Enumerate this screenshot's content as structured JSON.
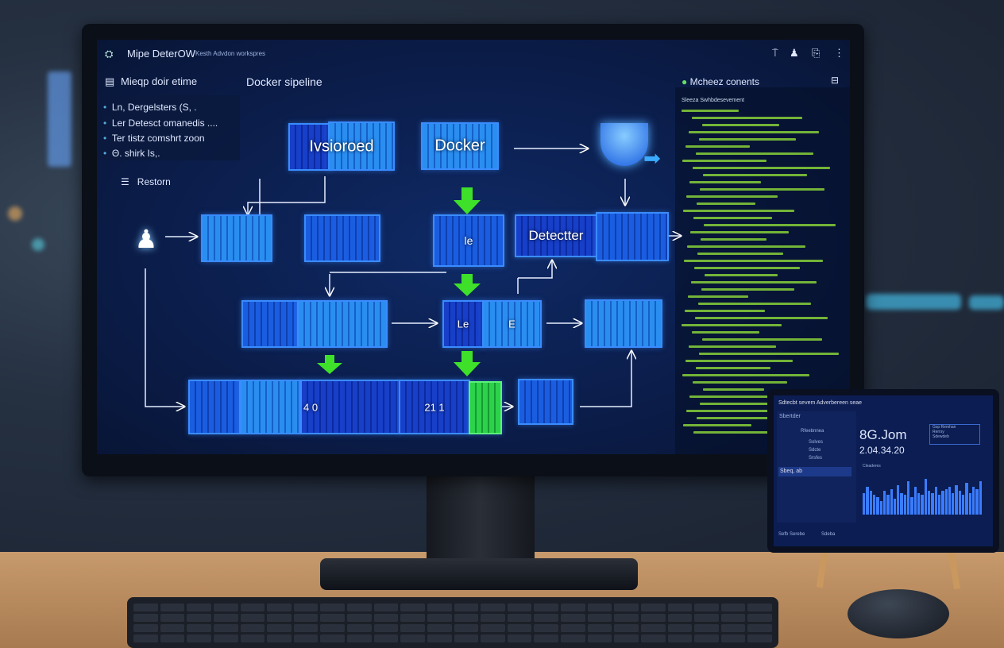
{
  "app": {
    "title": "Mipe DeterOW",
    "subtitle": "Kesth Advdon workspres",
    "toolbar_icons": [
      "pin-icon",
      "user-icon",
      "share-icon",
      "more-icon"
    ]
  },
  "left_panel": {
    "title": "Mieqp doir etime",
    "items": [
      {
        "label": "Ln, Dergelsters (S, ."
      },
      {
        "label": "Ler Detesct omanedis ...."
      },
      {
        "label": "Ter tistz comshrt zoon"
      },
      {
        "label": "Θ. shirk Is,."
      }
    ],
    "restore_label": "Restorn"
  },
  "pipeline": {
    "title": "Docker sipeline",
    "nodes": {
      "top_left": "Ivsioroed",
      "docker": "Docker",
      "mid": "le",
      "detector": "Detectter",
      "row3": "Le",
      "row3b": "E",
      "bottom_a": "4 0",
      "bottom_b": "21 1"
    }
  },
  "right_panel": {
    "title": "Mcheez conents",
    "header": "Sleeza Swhbdesevement"
  },
  "tablet": {
    "title": "Sdtecbt sevem Adverbereen seae",
    "sidebar_head": "Sbertder",
    "sidebar_items": [
      "Rfeebnnea",
      "Solves",
      "Sdcte",
      "Srsfes"
    ],
    "selected": "Sbeq, ab",
    "primary": "8G.Jom",
    "secondary": "2.04.34.20",
    "legend": [
      "Gsp Remhan",
      "Rerrsy",
      "Sdewdeb"
    ],
    "chart_label": "Cleaderes",
    "footer": [
      "Sefb Serebe",
      "Sdeba"
    ],
    "bar_values": [
      0.55,
      0.7,
      0.6,
      0.5,
      0.45,
      0.35,
      0.6,
      0.5,
      0.65,
      0.4,
      0.75,
      0.55,
      0.5,
      0.85,
      0.45,
      0.7,
      0.55,
      0.5,
      0.9,
      0.6,
      0.55,
      0.7,
      0.5,
      0.6,
      0.65,
      0.7,
      0.55,
      0.75,
      0.6,
      0.5,
      0.8,
      0.55,
      0.7,
      0.65,
      0.85
    ]
  }
}
